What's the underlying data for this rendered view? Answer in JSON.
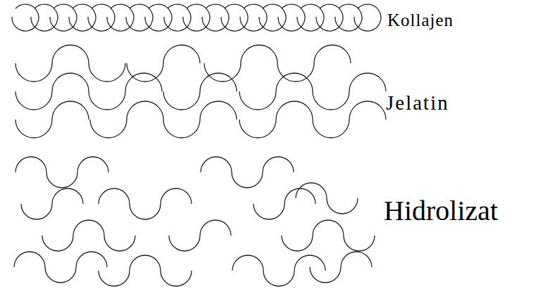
{
  "diagram": {
    "labels": [
      "Kollajen",
      "Jelatin",
      "Hidrolizat"
    ]
  }
}
